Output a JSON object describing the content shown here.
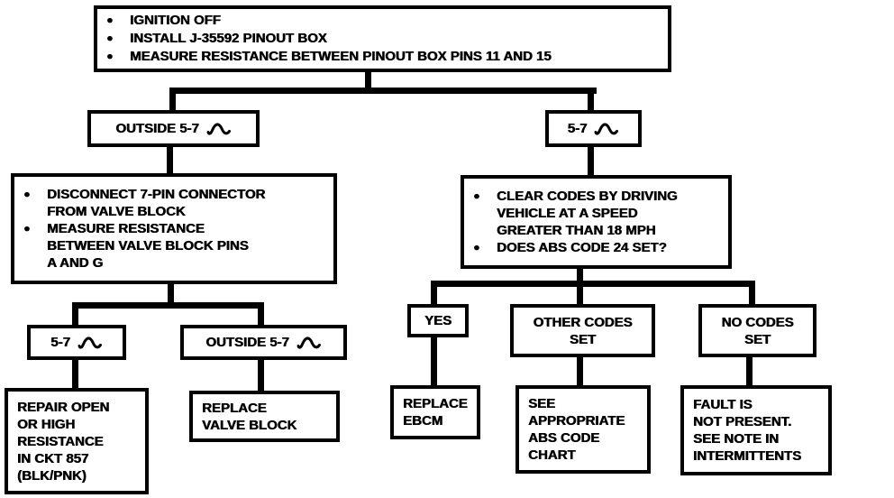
{
  "colors": {
    "ink": "#000000",
    "paper": "#ffffff"
  },
  "flowchart": {
    "start": {
      "bullets": [
        [
          "IGNITION OFF"
        ],
        [
          "INSTALL J-35592 PINOUT BOX"
        ],
        [
          "MEASURE RESISTANCE BETWEEN PINOUT BOX PINS 11 AND 15"
        ]
      ]
    },
    "branch_outside": {
      "label": "OUTSIDE 5-7",
      "icon": "resistance-wave"
    },
    "branch_in_range": {
      "label": "5-7",
      "icon": "resistance-wave"
    },
    "disconnect_measure": {
      "bullets": [
        [
          "DISCONNECT 7-PIN CONNECTOR",
          "FROM VALVE BLOCK"
        ],
        [
          "MEASURE RESISTANCE",
          "BETWEEN VALVE BLOCK PINS",
          "A AND G"
        ]
      ]
    },
    "clear_codes": {
      "bullets": [
        [
          "CLEAR CODES BY DRIVING",
          "VEHICLE AT A SPEED",
          "GREATER THAN 18 MPH"
        ],
        [
          "DOES ABS CODE 24 SET?"
        ]
      ]
    },
    "sub_in_range": {
      "label": "5-7",
      "icon": "resistance-wave"
    },
    "sub_outside": {
      "label": "OUTSIDE 5-7",
      "icon": "resistance-wave"
    },
    "repair_open": {
      "lines": [
        "REPAIR OPEN",
        "OR HIGH",
        "RESISTANCE",
        "IN CKT 857",
        "(BLK/PNK)"
      ]
    },
    "replace_valve_block": {
      "lines": [
        "REPLACE",
        "VALVE BLOCK"
      ]
    },
    "yes": {
      "label": "YES"
    },
    "other_codes_set": {
      "lines": [
        "OTHER CODES",
        "SET"
      ]
    },
    "no_codes_set": {
      "lines": [
        "NO CODES",
        "SET"
      ]
    },
    "replace_ebcm": {
      "lines": [
        "REPLACE",
        "EBCM"
      ]
    },
    "see_abs_code_chart": {
      "lines": [
        "SEE",
        "APPROPRIATE",
        "ABS CODE",
        "CHART"
      ]
    },
    "fault_not_present": {
      "lines": [
        "FAULT IS",
        "NOT PRESENT.",
        "SEE NOTE IN",
        "INTERMITTENTS"
      ]
    }
  }
}
